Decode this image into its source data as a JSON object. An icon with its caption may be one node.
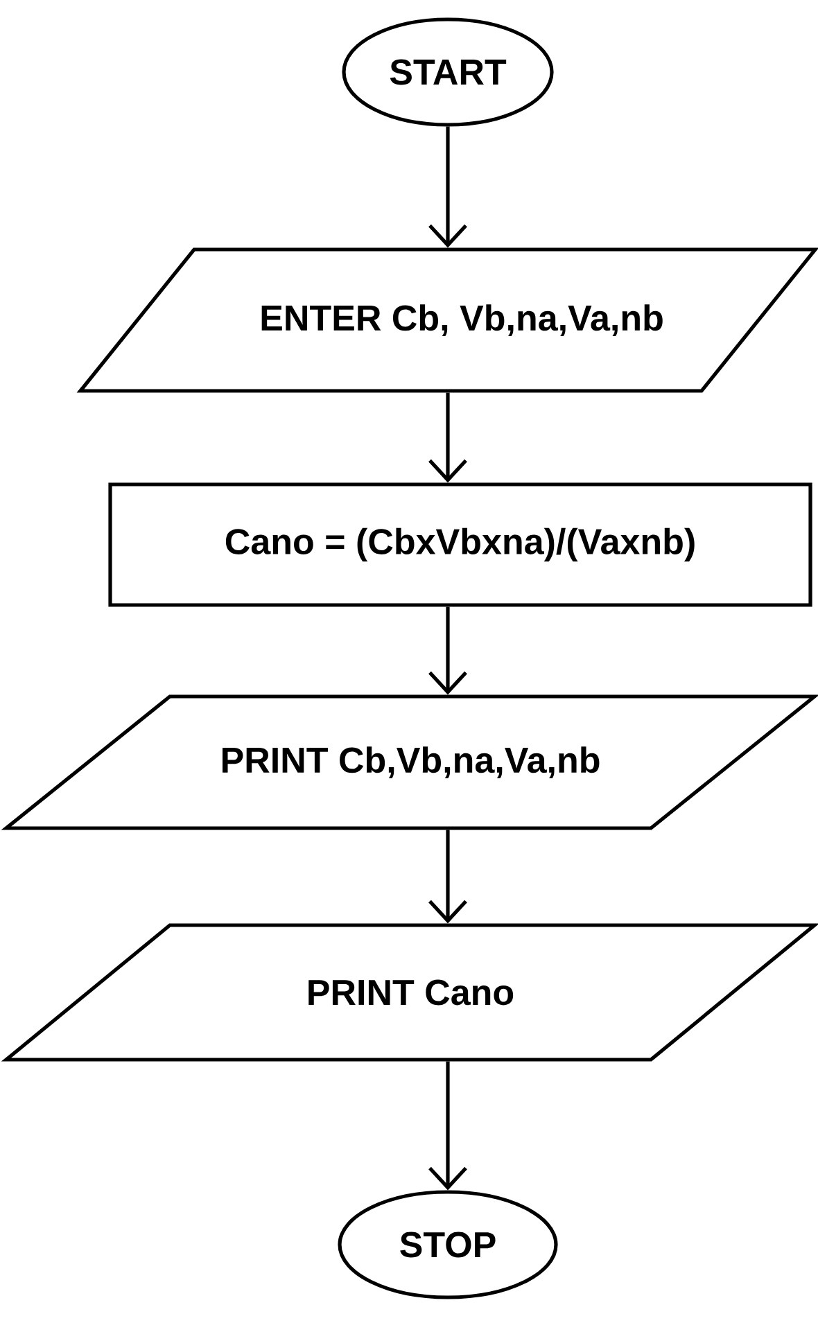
{
  "diagram": {
    "nodes": [
      {
        "text": [
          "START"
        ]
      },
      {
        "text": [
          "ENTER Cb, Vb,na,Va,nb"
        ]
      },
      {
        "text": [
          "Cano = (CbxVbxna)/(Vaxnb)"
        ]
      },
      {
        "text": [
          "PRINT Cb,Vb,na,Va,nb"
        ]
      },
      {
        "text": [
          "PRINT Cano"
        ]
      },
      {
        "text": [
          "STOP"
        ]
      }
    ],
    "edges": [
      {
        "from": 0,
        "to": 1,
        "arrow": "to"
      },
      {
        "from": 1,
        "to": 2,
        "arrow": "to"
      },
      {
        "from": 2,
        "to": 3,
        "arrow": "to"
      },
      {
        "from": 3,
        "to": 4,
        "arrow": "to"
      },
      {
        "from": 4,
        "to": 5,
        "arrow": "to"
      }
    ]
  }
}
